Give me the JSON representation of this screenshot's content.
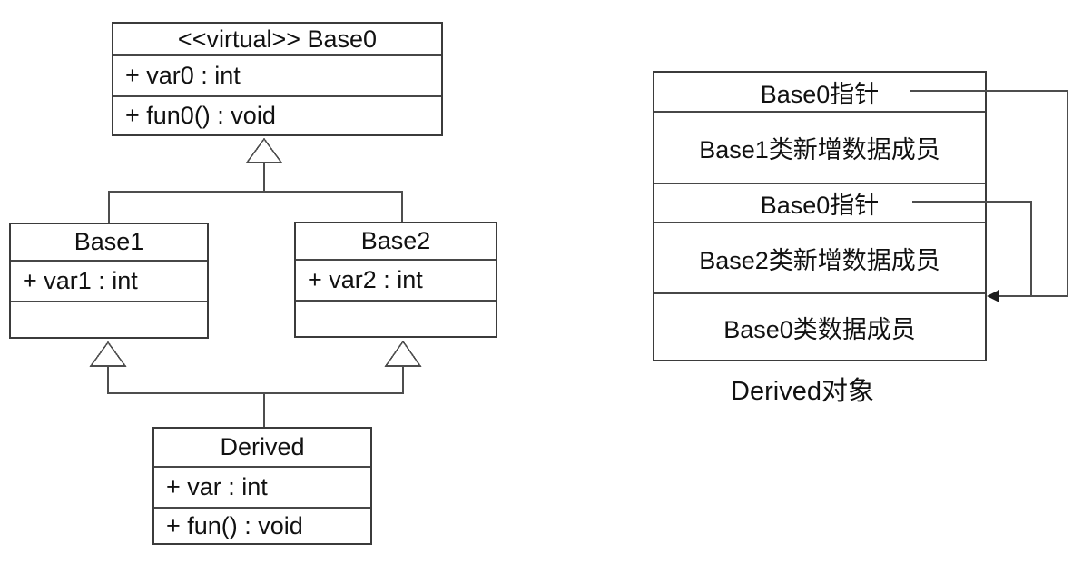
{
  "diagram": {
    "description": "UML virtual inheritance diamond and Derived object memory layout",
    "colors": {
      "bg": "#ffffff",
      "border": "#3b3b3b",
      "line": "#4d4d4d",
      "text": "#111111"
    }
  },
  "uml": {
    "classes": [
      {
        "id": "base0",
        "title": "<<virtual>> Base0",
        "attrs": [
          "+ var0 : int",
          "+ fun0() : void"
        ]
      },
      {
        "id": "base1",
        "title": "Base1",
        "attrs": [
          "+ var1 : int",
          ""
        ]
      },
      {
        "id": "base2",
        "title": "Base2",
        "attrs": [
          "+ var2 : int",
          ""
        ]
      },
      {
        "id": "derived",
        "title": "Derived",
        "attrs": [
          "+ var : int",
          "+ fun() : void"
        ]
      }
    ]
  },
  "memory": {
    "rows": [
      {
        "label": "Base0指针",
        "kind": "pointer"
      },
      {
        "label": "Base1类新增数据成员",
        "kind": "data"
      },
      {
        "label": "Base0指针",
        "kind": "pointer"
      },
      {
        "label": "Base2类新增数据成员",
        "kind": "data"
      },
      {
        "label": "Base0类数据成员",
        "kind": "data"
      }
    ],
    "caption": "Derived对象"
  }
}
